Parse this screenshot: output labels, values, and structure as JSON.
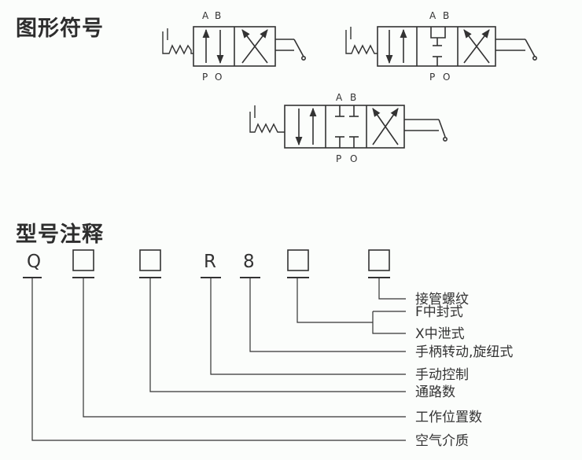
{
  "headings": {
    "symbols": "图形符号",
    "model": "型号注释"
  },
  "ports": {
    "a": "A",
    "b": "B",
    "p": "P",
    "o": "O"
  },
  "model_code": [
    "Q",
    "",
    "",
    "R",
    "8",
    "",
    ""
  ],
  "annotations": [
    "接管螺纹",
    "F中封式",
    "X中泄式",
    "手柄转动,旋纽式",
    "手动控制",
    "通路数",
    "工作位置数",
    "空气介质"
  ],
  "colors": {
    "line": "#333333",
    "background": "#fbfdfb"
  }
}
